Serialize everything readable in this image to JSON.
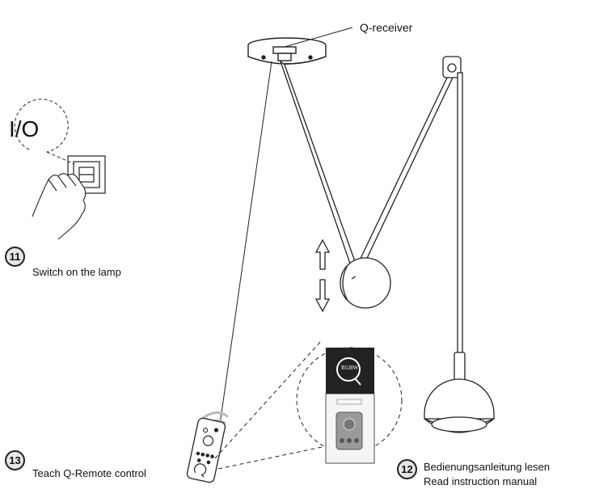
{
  "callout": {
    "receiver": "Q-receiver"
  },
  "switch_label": "I/O",
  "remote_label": {
    "brand_letter": "Q",
    "mode": "RGBW"
  },
  "steps": [
    {
      "number": "11",
      "text": "Switch on the lamp"
    },
    {
      "number": "12",
      "text_de": "Bedienungsanleitung lesen",
      "text_en": "Read instruction manual"
    },
    {
      "number": "13",
      "text": "Teach Q-Remote control"
    }
  ]
}
